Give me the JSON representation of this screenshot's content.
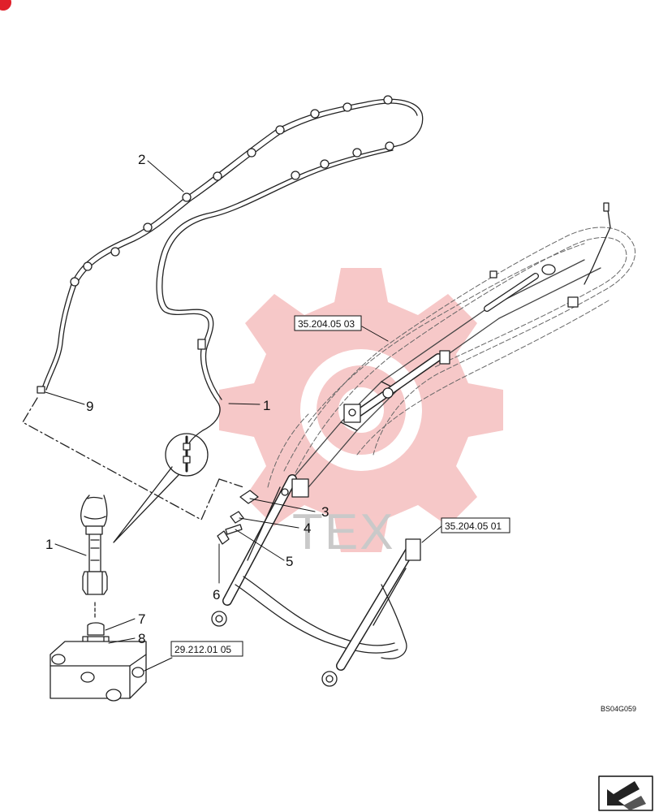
{
  "diagram": {
    "drawing_code": "BS04G059",
    "watermark_text": "TEX",
    "callouts": [
      {
        "id": "c2",
        "label": "2"
      },
      {
        "id": "c9",
        "label": "9"
      },
      {
        "id": "c1a",
        "label": "1"
      },
      {
        "id": "c1b",
        "label": "1"
      },
      {
        "id": "c3",
        "label": "3"
      },
      {
        "id": "c4",
        "label": "4"
      },
      {
        "id": "c5",
        "label": "5"
      },
      {
        "id": "c6",
        "label": "6"
      },
      {
        "id": "c7",
        "label": "7"
      },
      {
        "id": "c8",
        "label": "8"
      }
    ],
    "references": [
      {
        "id": "r1",
        "label": "35.204.05 03"
      },
      {
        "id": "r2",
        "label": "35.204.05 01"
      },
      {
        "id": "r3",
        "label": "29.212.01 05"
      }
    ],
    "colors": {
      "line": "#222222",
      "watermark": "#f4b6b6",
      "corner_mark": "#e0202a"
    },
    "icons": [
      "next-page-arrow-icon",
      "gear-watermark-icon"
    ]
  }
}
